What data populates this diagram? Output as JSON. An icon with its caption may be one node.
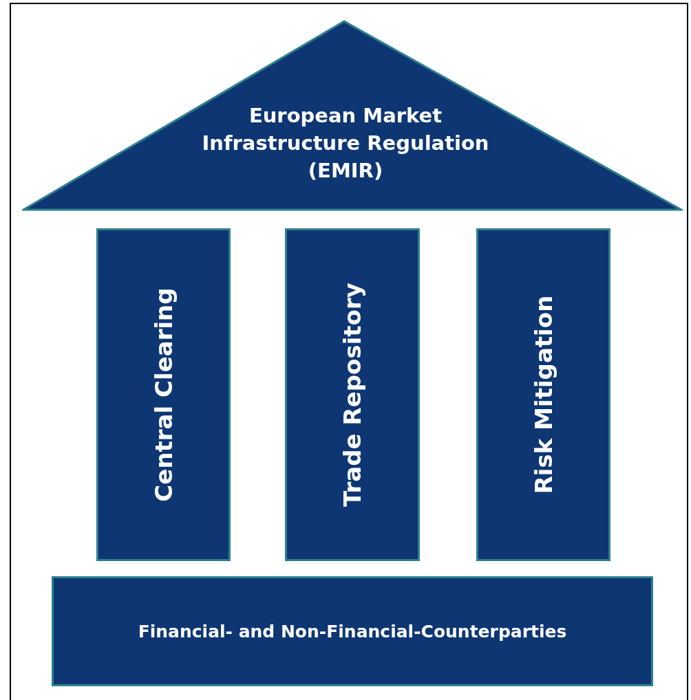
{
  "diagram": {
    "nodes": [
      {
        "text": [
          "European Market Infrastructure Regulation (EMIR)"
        ]
      },
      {
        "text": [
          "Central Clearing"
        ]
      },
      {
        "text": [
          "Trade Repository"
        ]
      },
      {
        "text": [
          "Risk Mitigation"
        ]
      },
      {
        "text": [
          "Financial- and Non-Financial-Counterparties"
        ]
      }
    ]
  }
}
